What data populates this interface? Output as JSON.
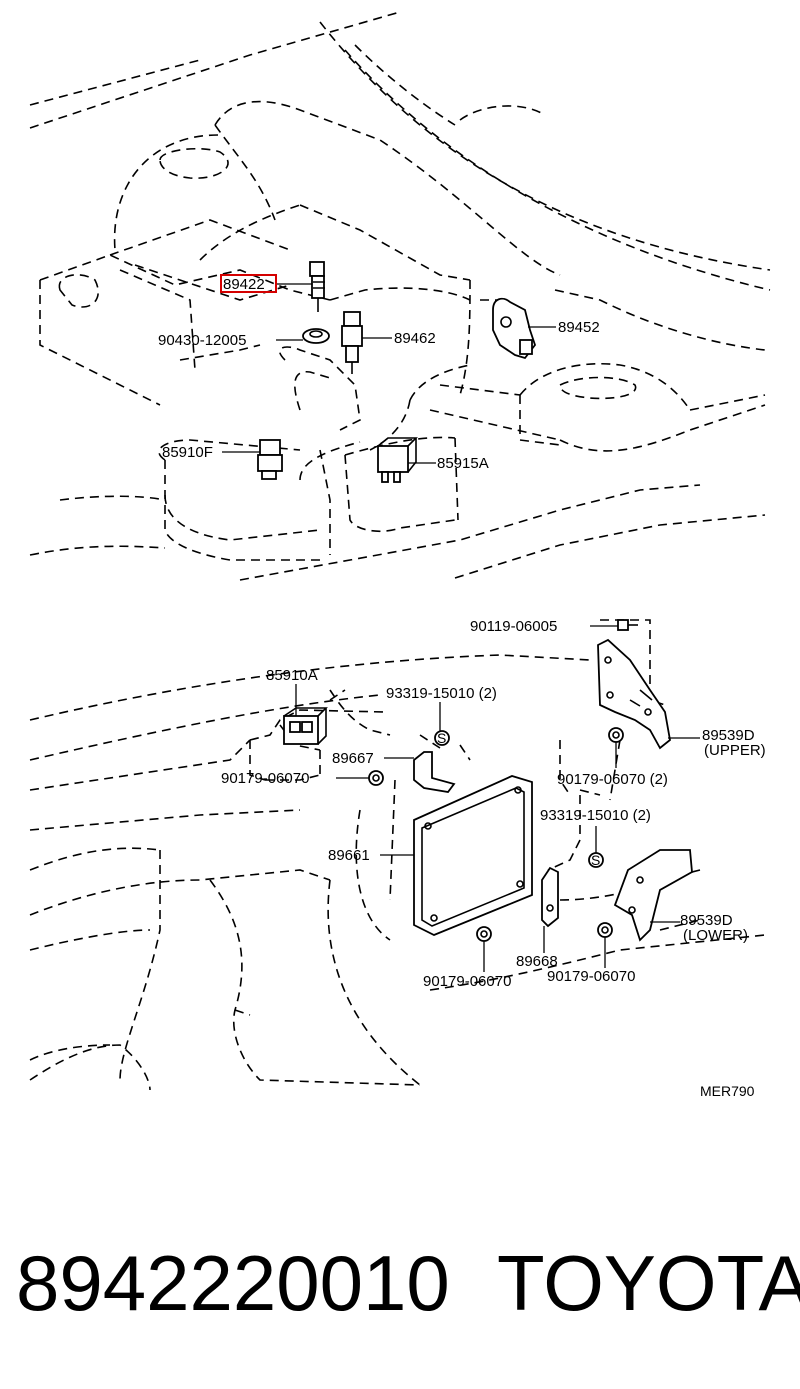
{
  "labels": {
    "p89422": "89422",
    "p90430": "90430-12005",
    "p89462": "89462",
    "p89452": "89452",
    "p85910F": "85910F",
    "p85915A": "85915A",
    "p90119": "90119-06005",
    "p85910A": "85910A",
    "p93319_top": "93319-15010 (2)",
    "p89539D_upper": "89539D",
    "upper_note": "(UPPER)",
    "p89667": "89667",
    "p90179_left": "90179-06070",
    "p90179_right2": "90179-06070 (2)",
    "p93319_mid": "93319-15010 (2)",
    "p89661": "89661",
    "p89539D_lower": "89539D",
    "lower_note": "(LOWER)",
    "p89668": "89668",
    "p90179_bottom_left": "90179-06070",
    "p90179_bottom_right": "90179-06070"
  },
  "diagram_code": "MER790",
  "footer": {
    "part_number": "8942220010",
    "brand": "TOYOTA"
  },
  "highlight_color": "#d40000"
}
